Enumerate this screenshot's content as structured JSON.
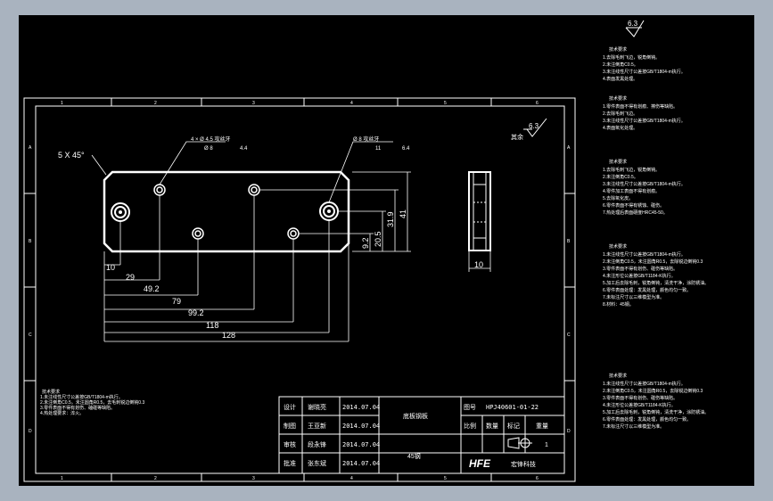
{
  "drawing": {
    "chamfer_note": "5 X 45°",
    "hole_note_a": {
      "line1": "4 × Ø 4.5 攻丝牙",
      "line2": "Ø 8",
      "depth": "4.4"
    },
    "hole_note_b": {
      "line1": "Ø 8 攻丝牙",
      "line2": "11",
      "depth": "6.4"
    },
    "roughness_view": "6.3",
    "roughness_view_label": "其余",
    "roughness_notes": "6.3",
    "dims": {
      "d10": "10",
      "d29": "29",
      "d49_2": "49.2",
      "d79": "79",
      "d99_2": "99.2",
      "d118": "118",
      "d128": "128",
      "d9_2": "9.2",
      "d20_5": "20.5",
      "d31_9": "31.9",
      "d41": "41",
      "d10_side": "10"
    },
    "border_numbers_top": [
      "1",
      "2",
      "3",
      "4",
      "5",
      "6"
    ],
    "border_letters": [
      "A",
      "B",
      "C",
      "D"
    ]
  },
  "tech_note_left": {
    "title": "技术要求",
    "lines": [
      "1.未注线性尺寸公差按GB/T1804-m执行。",
      "2.未注倒角C0.5，未注圆角R0.5，去毛刺锐边倒钝0.3",
      "3.零件表面不得有划伤、磕碰等缺陷。",
      "4.热处理要求：淬火。"
    ]
  },
  "right_notes": [
    {
      "title": "技术要求",
      "lines": [
        "1.去除毛刺飞边，锐角倒钝。",
        "2.未注倒角C0.5。",
        "3.未注线性尺寸公差按GB/T1804-m执行。",
        "4.表面发黑处理。"
      ]
    },
    {
      "title": "技术要求",
      "lines": [
        "1.零件表面不得有划痕、擦伤等缺陷。",
        "2.去除毛刺飞边。",
        "3.未注线性尺寸公差按GB/T1804-m执行。",
        "4.表面氧化处理。"
      ]
    },
    {
      "title": "技术要求",
      "lines": [
        "1.去除毛刺飞边，锐角倒钝。",
        "2.未注倒角C0.5。",
        "3.未注线性尺寸公差按GB/T1804-m执行。",
        "4.零件加工表面不得有划痕。",
        "5.去除氧化皮。",
        "6.零件表面不得有锈蚀、碰伤。",
        "7.热处理后表面硬度HRC45-50。"
      ]
    },
    {
      "title": "技术要求",
      "lines": [
        "1.未注线性尺寸公差按GB/T1804-m执行。",
        "2.未注倒角C0.5，未注圆角R0.5，去除锐边倒钝0.3",
        "3.零件表面不得有划伤、碰伤等缺陷。",
        "4.未注形位公差按GB/T1184-K执行。",
        "5.加工后去除毛刺，锐角倒钝，清洗干净，涂防锈油。",
        "6.零件表面处理：发黑处理，颜色均匀一致。",
        "7.未标注尺寸以三维模型为准。",
        "8.材料：45钢。"
      ]
    },
    {
      "title": "技术要求",
      "lines": [
        "1.未注线性尺寸公差按GB/T1804-m执行。",
        "2.未注倒角C0.5，未注圆角R0.5，去除锐边倒钝0.3",
        "3.零件表面不得有划伤、碰伤等缺陷。",
        "4.未注形位公差按GB/T1184-K执行。",
        "5.加工后去除毛刺，锐角倒钝，清洗干净，涂防锈油。",
        "6.零件表面处理：发黑处理，颜色均匀一致。",
        "7.未标注尺寸以三维模型为准。"
      ]
    }
  ],
  "title_block": {
    "rows": [
      {
        "role": "设计",
        "name": "谢晓亮",
        "date": "2014.07.04"
      },
      {
        "role": "制图",
        "name": "王亚新",
        "date": "2014.07.04"
      },
      {
        "role": "审核",
        "name": "段永锋",
        "date": "2014.07.04"
      },
      {
        "role": "批准",
        "name": "张东斌",
        "date": "2014.07.04"
      }
    ],
    "part_name": "底板钢板",
    "material": "45钢",
    "drawing_no_label": "图号",
    "drawing_no": "HPJ40601-01-22",
    "h_ratio": "比例",
    "h_qty": "数量",
    "h_mark": "标记",
    "h_weight": "重量",
    "qty_value": "1",
    "logo": "HFE",
    "company": "宏锋科技"
  }
}
